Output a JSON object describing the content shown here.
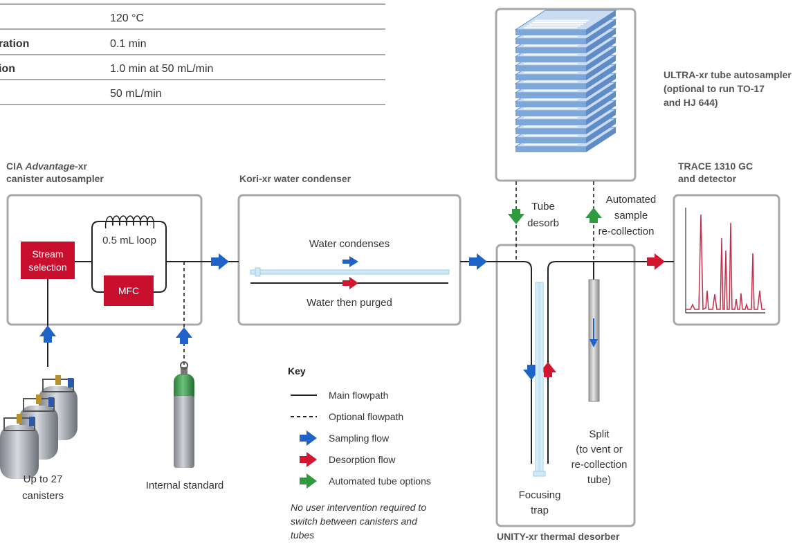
{
  "table": {
    "rows": [
      {
        "label": "",
        "value": "120 °C"
      },
      {
        "label": "ration",
        "value": "0.1 min"
      },
      {
        "label": "ion",
        "value": "1.0 min at 50 mL/min"
      },
      {
        "label": "",
        "value": "50 mL/min"
      }
    ]
  },
  "cia": {
    "title_prefix": "CIA ",
    "title_italic": "Advantage",
    "title_suffix": "-xr",
    "title_line2": "canister autosampler",
    "stream_line1": "Stream",
    "stream_line2": "selection",
    "loop_label": "0.5 mL loop",
    "mfc_label": "MFC"
  },
  "kori": {
    "title": "Kori-xr water condenser",
    "condenses": "Water condenses",
    "purged": "Water then purged"
  },
  "ultra": {
    "line1": "ULTRA-xr tube autosampler",
    "line2": "(optional to run TO-17",
    "line3": "and HJ 644)"
  },
  "trace": {
    "line1": "TRACE 1310 GC",
    "line2": "and detector"
  },
  "unity": {
    "title": "UNITY-xr thermal desorber",
    "tube_desorb_1": "Tube",
    "tube_desorb_2": "desorb",
    "auto_1": "Automated",
    "auto_2": "sample",
    "auto_3": "re-collection",
    "focus_1": "Focusing",
    "focus_2": "trap",
    "split_1": "Split",
    "split_2": "(to vent or",
    "split_3": "re-collection",
    "split_4": "tube)"
  },
  "canisters": {
    "line1": "Up to 27",
    "line2": "canisters"
  },
  "standard": {
    "label": "Internal standard"
  },
  "key": {
    "title": "Key",
    "main": "Main flowpath",
    "optional": "Optional flowpath",
    "sampling": "Sampling flow",
    "desorption": "Desorption flow",
    "automated": "Automated tube options",
    "note1": "No user intervention required to",
    "note2": "switch between canisters and",
    "note3": "tubes"
  },
  "colors": {
    "blue_arrow": "#1f63c8",
    "red_arrow": "#d3162f",
    "green_arrow": "#2e9b3e",
    "red_box": "#c8102e",
    "box_border": "#a8a8a8",
    "tray_blue": "#7ea7d9",
    "chromatogram": "#c0304a"
  }
}
